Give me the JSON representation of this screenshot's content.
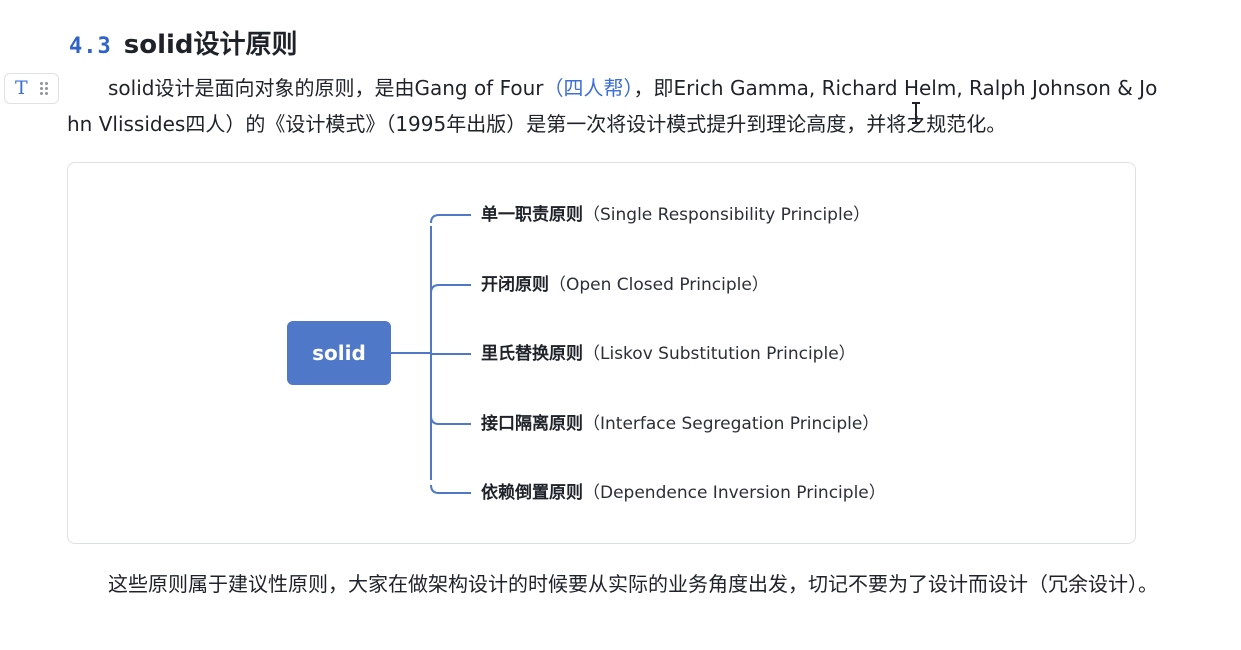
{
  "heading": {
    "number": "4.3",
    "title": "solid设计原则"
  },
  "block_handle": {
    "type_icon": "T",
    "drag_icon": "drag-handle-icon"
  },
  "paragraph1": {
    "part1": "solid设计是面向对象的原则，是由Gang of Four",
    "link": "（四人帮）",
    "part2": "，即Erich Gamma, Richard Helm, Ralph Johnson & John Vlissides四人）的《设计模式》（1995年出版）是第一次将设计模式提升到理论高度，并将之规范化。"
  },
  "diagram": {
    "root": "solid",
    "branches": [
      {
        "cn": "单一职责原则",
        "en": "（Single Responsibility Principle）"
      },
      {
        "cn": "开闭原则",
        "en": "（Open Closed Principle）"
      },
      {
        "cn": "里氏替换原则",
        "en": "（Liskov Substitution Principle）"
      },
      {
        "cn": "接口隔离原则",
        "en": "（Interface Segregation Principle）"
      },
      {
        "cn": "依赖倒置原则",
        "en": "（Dependence Inversion Principle）"
      }
    ]
  },
  "paragraph2": {
    "text": "这些原则属于建议性原则，大家在做架构设计的时候要从实际的业务角度出发，切记不要为了设计而设计（冗余设计）。"
  },
  "colors": {
    "heading_number": "#2f63c8",
    "link": "#3d6fd6",
    "root_node": "#4f78c9",
    "connector": "#4f78c9"
  }
}
